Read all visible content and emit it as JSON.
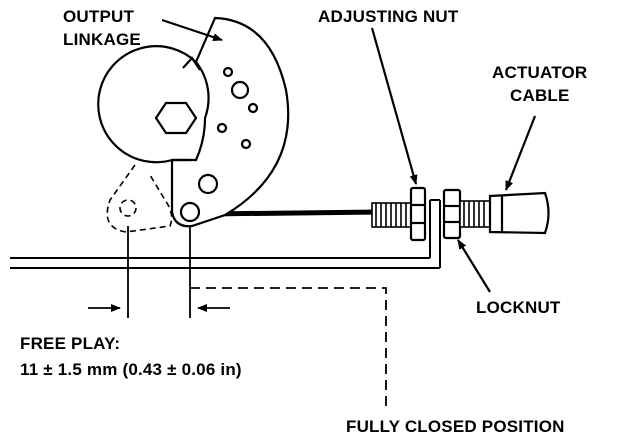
{
  "labels": {
    "output_linkage_line1": "OUTPUT",
    "output_linkage_line2": "LINKAGE",
    "adjusting_nut": "ADJUSTING NUT",
    "actuator_cable_line1": "ACTUATOR",
    "actuator_cable_line2": "CABLE",
    "locknut": "LOCKNUT",
    "free_play_title": "FREE PLAY:",
    "free_play_value": "11 ± 1.5 mm (0.43 ± 0.06 in)",
    "fully_closed_position": "FULLY CLOSED POSITION"
  },
  "colors": {
    "ink": "#000000",
    "paper": "#ffffff"
  }
}
